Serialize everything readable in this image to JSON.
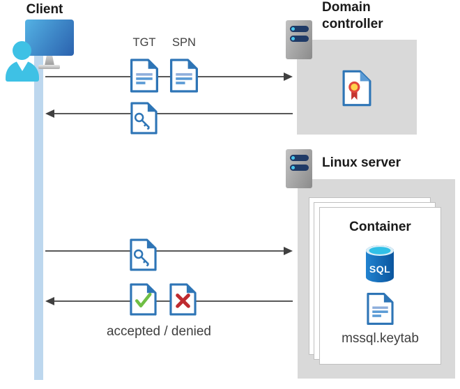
{
  "labels": {
    "client": "Client",
    "domain_controller": "Domain controller",
    "linux_server": "Linux server",
    "container": "Container",
    "sql": "SQL",
    "keytab": "mssql.keytab",
    "tgt": "TGT",
    "spn": "SPN",
    "accepted_denied": "accepted / denied"
  },
  "icons": {
    "client": "person-at-monitor-icon",
    "server": "server-tower-icon",
    "ticket_document": "document-icon",
    "key_document": "key-document-icon",
    "certificate_document": "certificate-document-icon",
    "accepted_document": "check-document-icon",
    "denied_document": "cross-document-icon",
    "sql_database": "sql-database-icon"
  },
  "colors": {
    "doc_blue": "#2E75B6",
    "doc_line_light": "#8FAFDC",
    "doc_line_dark": "#5B9BD5",
    "lifeline_blue": "#BDD7EE",
    "box_gray": "#D9D9D9",
    "arrow_gray": "#404040",
    "check_green": "#6FBE44",
    "cross_red": "#BE2B30",
    "sql_body_blue": "#0E5FAB",
    "sql_top_cyan": "#31C0E7",
    "cert_yellow": "#FFD24D",
    "cert_red": "#C53430"
  }
}
